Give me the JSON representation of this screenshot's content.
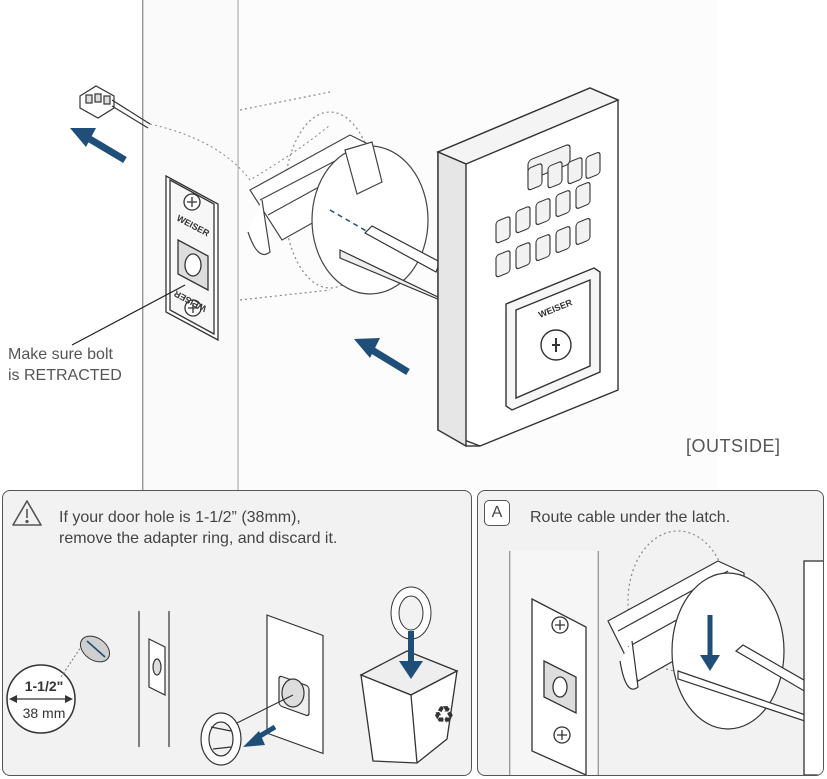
{
  "main": {
    "callout": [
      "Make sure bolt",
      "is RETRACTED"
    ],
    "side_label": "[OUTSIDE]",
    "brand": "WEISER"
  },
  "panel_left": {
    "instruction": [
      "If your door hole is 1-1/2” (38mm),",
      "remove the adapter ring, and discard it."
    ],
    "diameter_in": "1-1/2\"",
    "diameter_mm": "38 mm",
    "icon": "warning-icon"
  },
  "panel_right": {
    "step": "A",
    "instruction": "Route cable under the latch."
  },
  "colors": {
    "arrow": "#1f4e79",
    "line": "#3a3a3a",
    "panel_bg": "#f2f2f2"
  }
}
